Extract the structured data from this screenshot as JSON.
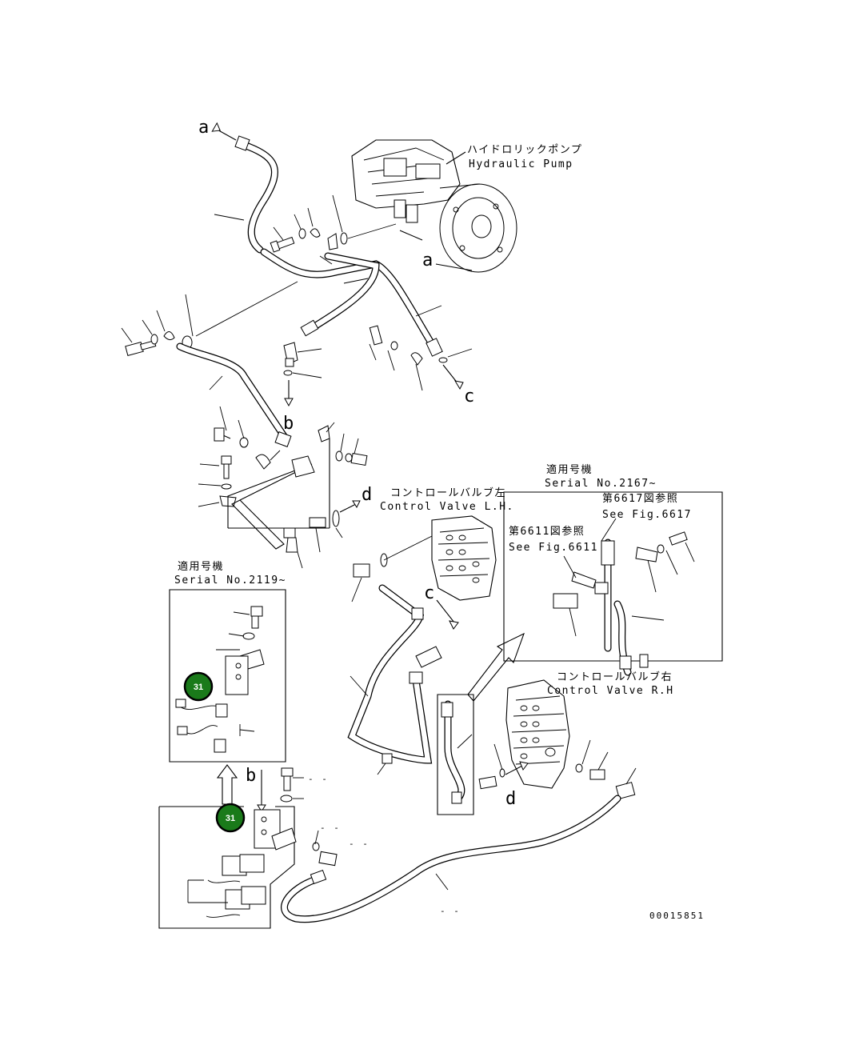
{
  "labels": {
    "pump_jp": "ハイドロリックポンプ",
    "pump_en": "Hydraulic Pump",
    "cv_lh_jp": "コントロールバルブ左",
    "cv_lh_en": "Control Valve L.H.",
    "cv_rh_jp": "コントロールバルブ右",
    "cv_rh_en": "Control Valve R.H",
    "serial_2167_jp": "適用号機",
    "serial_2167_en": "Serial No.2167~",
    "serial_2119_jp": "適用号機",
    "serial_2119_en": "Serial No.2119~",
    "see_6617_jp": "第6617図参照",
    "see_6617_en": "See Fig.6617",
    "see_6611_jp": "第6611図参照",
    "see_6611_en": "See Fig.6611",
    "ref_a": "a",
    "ref_b": "b",
    "ref_c": "c",
    "ref_d": "d",
    "dash_mark": "- -",
    "drawing_no": "00015851"
  },
  "callouts": [
    {
      "number": "31",
      "color": "#1a7a1a"
    },
    {
      "number": "31",
      "color": "#1a7a1a"
    }
  ]
}
